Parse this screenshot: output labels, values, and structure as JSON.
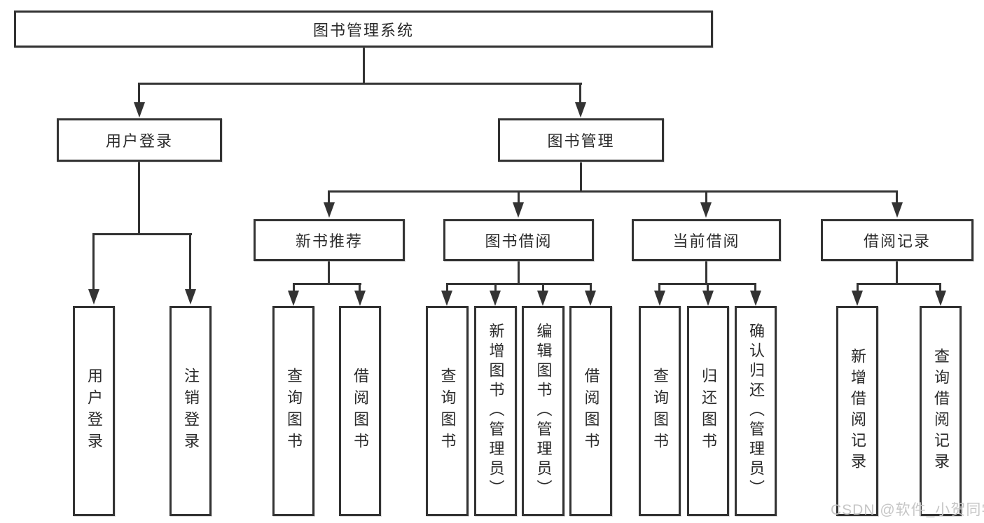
{
  "diagram": {
    "type": "tree",
    "title": "图书管理系统"
  },
  "tree": {
    "label": "图书管理系统",
    "children": [
      {
        "label": "用户登录",
        "children": [
          {
            "label": "用户登录"
          },
          {
            "label": "注销登录"
          }
        ]
      },
      {
        "label": "图书管理",
        "children": [
          {
            "label": "新书推荐",
            "children": [
              {
                "label": "查询图书"
              },
              {
                "label": "借阅图书"
              }
            ]
          },
          {
            "label": "图书借阅",
            "children": [
              {
                "label": "查询图书"
              },
              {
                "label": "新增图书（管理员）"
              },
              {
                "label": "编辑图书（管理员）"
              },
              {
                "label": "借阅图书"
              }
            ]
          },
          {
            "label": "当前借阅",
            "children": [
              {
                "label": "查询图书"
              },
              {
                "label": "归还图书"
              },
              {
                "label": "确认归还（管理员）"
              }
            ]
          },
          {
            "label": "借阅记录",
            "children": [
              {
                "label": "新增借阅记录"
              },
              {
                "label": "查询借阅记录"
              }
            ]
          }
        ]
      }
    ]
  },
  "watermark": {
    "text": "CSDN @软件_小贺同学"
  },
  "colors": {
    "line": "#333333",
    "box_border": "#333333",
    "box_fill": "#ffffff",
    "text": "#2b2b2b",
    "watermark": "#c6c6c6",
    "background": "#ffffff"
  }
}
